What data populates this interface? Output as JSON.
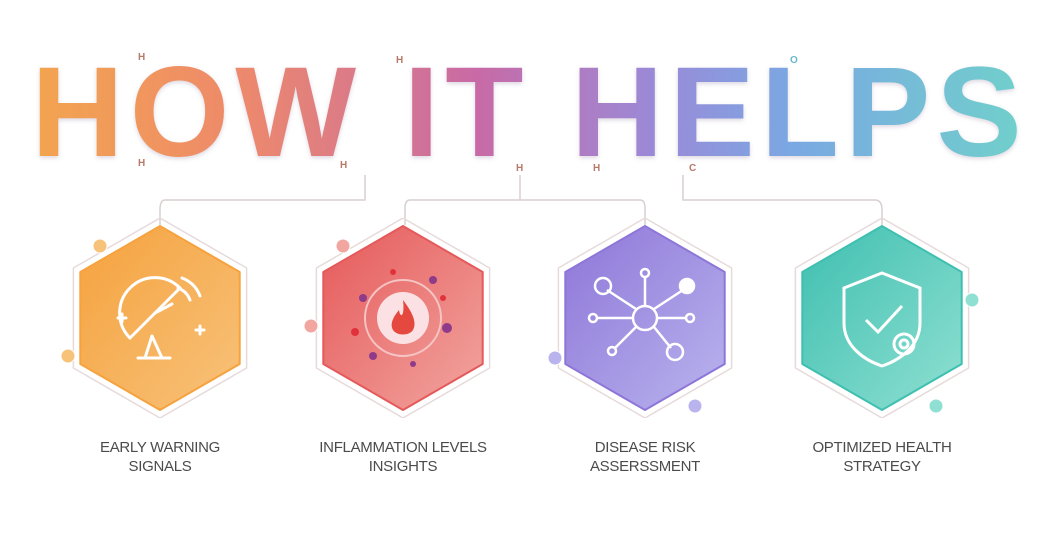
{
  "title": "HOW IT HELPS",
  "atoms": [
    "H",
    "H",
    "H",
    "H",
    "H",
    "H",
    "C",
    "O"
  ],
  "cards": [
    {
      "label_line1": "EARLY WARNING",
      "label_line2": "SIGNALS",
      "icon": "satellite-dish-icon",
      "color_from": "#f6a23e",
      "color_to": "#f7c27a"
    },
    {
      "label_line1": "INFLAMMATION LEVELS",
      "label_line2": "INSIGHTS",
      "icon": "inflammation-flame-icon",
      "color_from": "#e5595a",
      "color_to": "#f2a6a0"
    },
    {
      "label_line1": "DISEASE RISK",
      "label_line2": "ASSERSSMENT",
      "icon": "disease-network-icon",
      "color_from": "#8e76d8",
      "color_to": "#b9b4ee"
    },
    {
      "label_line1": "OPTIMIZED HEALTH",
      "label_line2": "STRATEGY",
      "icon": "shield-check-gear-icon",
      "color_from": "#3fbfb0",
      "color_to": "#8fe0d2"
    }
  ]
}
